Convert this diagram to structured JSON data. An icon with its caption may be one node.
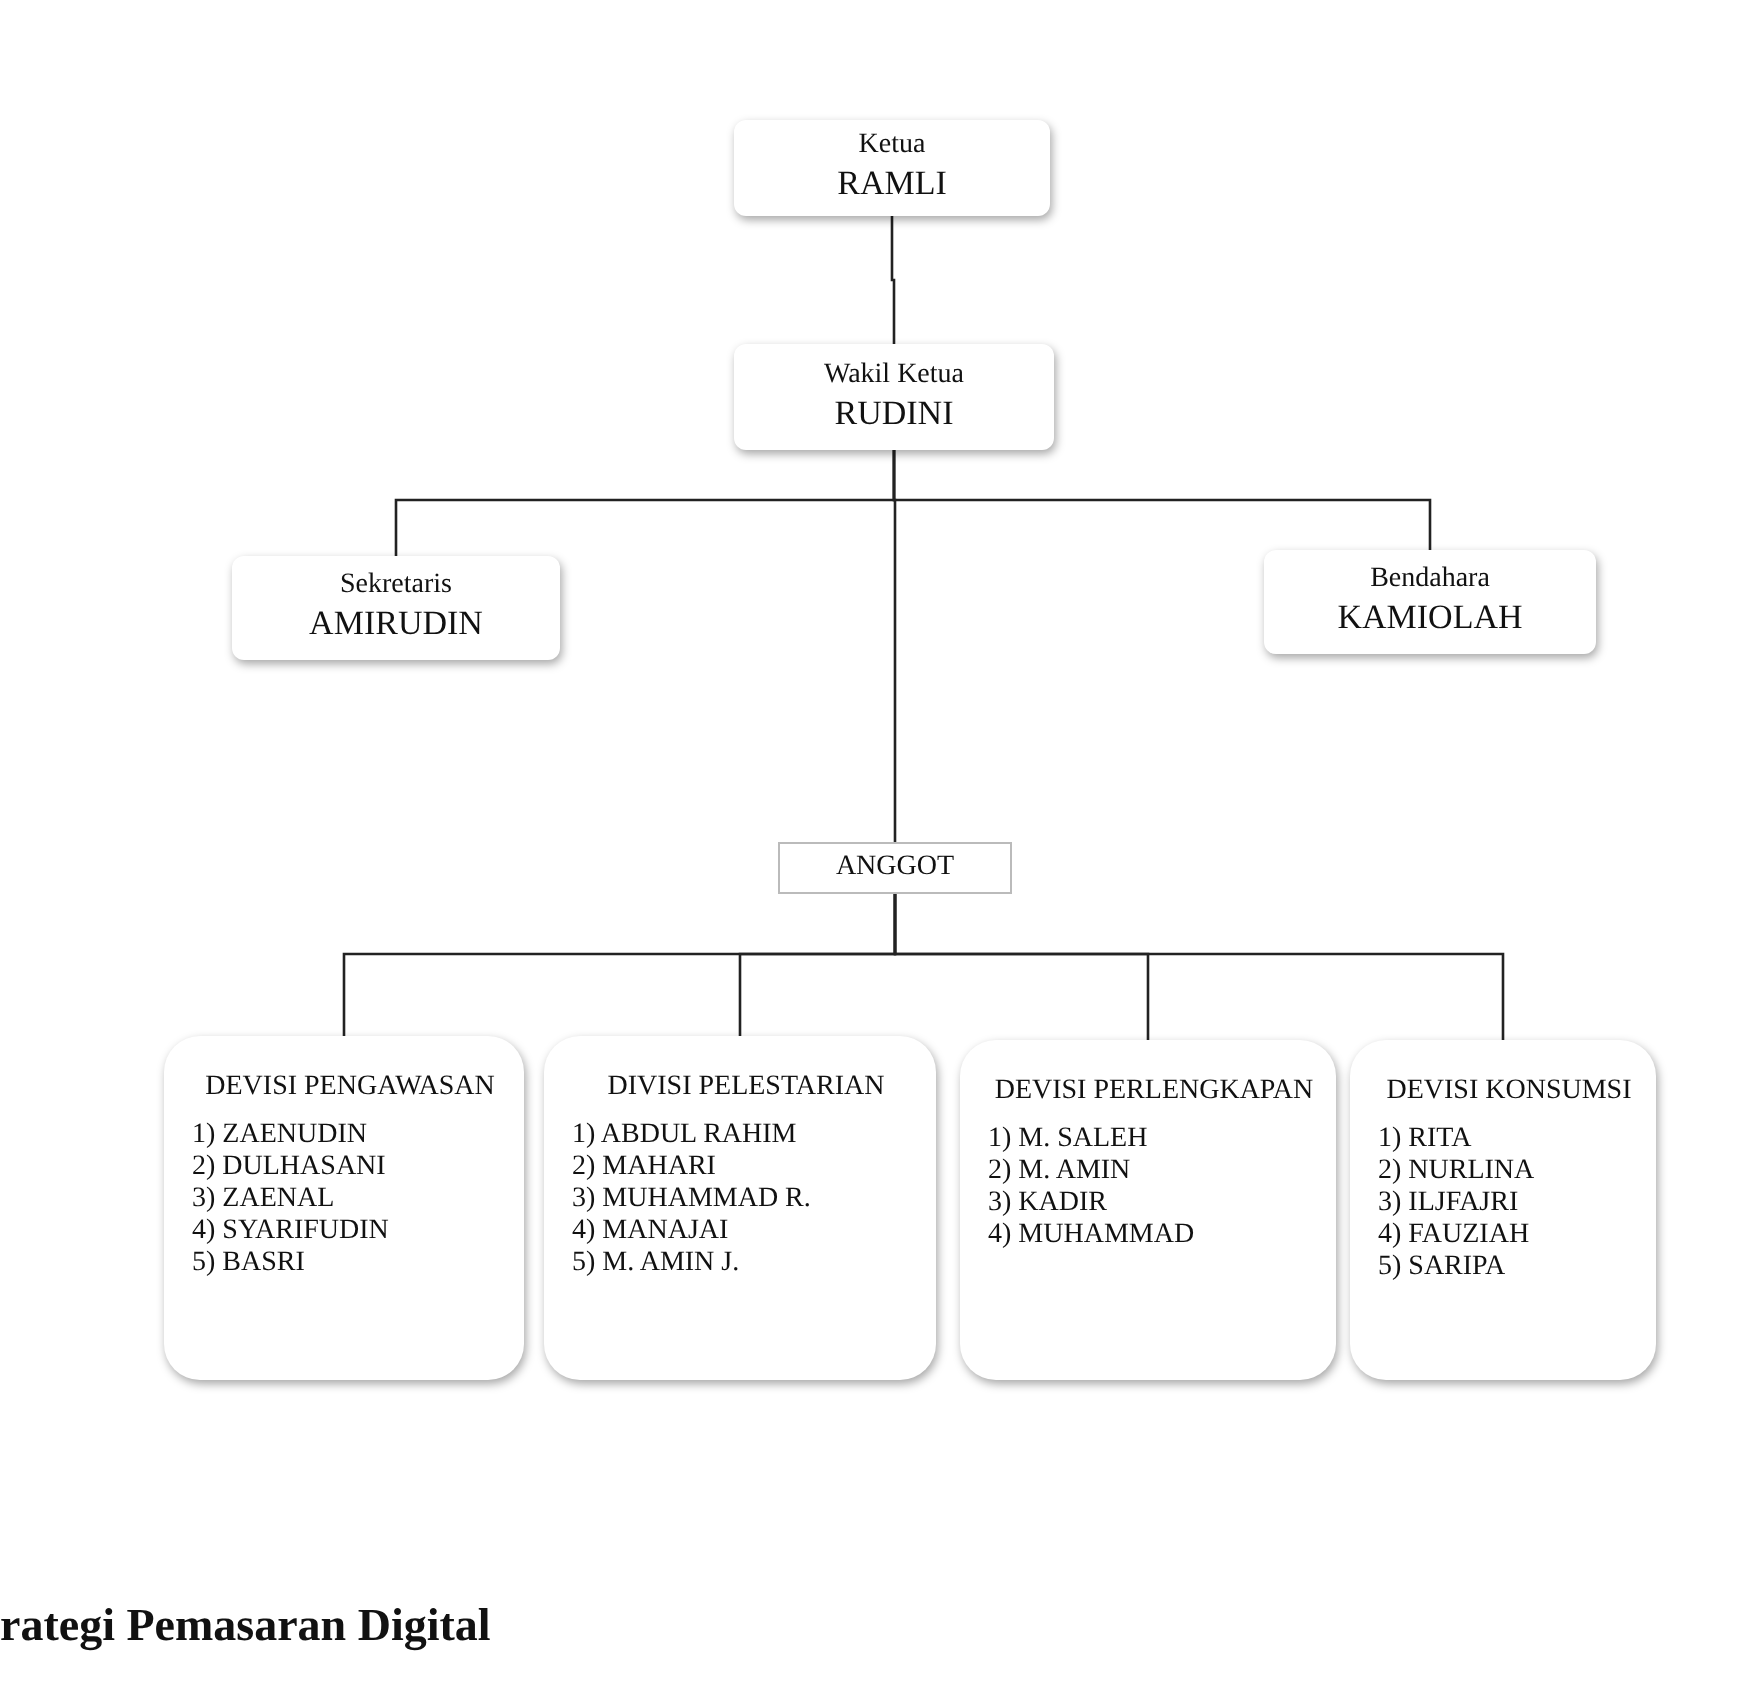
{
  "diagram": {
    "nodes": [
      {
        "text": [
          "Ketua",
          "RAMLI"
        ]
      },
      {
        "text": [
          "Wakil Ketua",
          "RUDINI"
        ]
      },
      {
        "text": [
          "Sekretaris",
          "AMIRUDIN"
        ]
      },
      {
        "text": [
          "Bendahara",
          "KAMIOLAH"
        ]
      },
      {
        "text": [
          "ANGGOT"
        ]
      },
      {
        "text": [
          "DEVISI PENGAWASAN",
          "1) ZAENUDIN",
          "2) DULHASANI",
          "3) ZAENAL",
          "4) SYARIFUDIN",
          "5) BASRI"
        ]
      },
      {
        "text": [
          "DIVISI PELESTARIAN",
          "1) ABDUL RAHIM",
          "2) MAHARI",
          "3) MUHAMMAD R.",
          "4) MANAJAI",
          "5) M. AMIN J."
        ]
      },
      {
        "text": [
          "DEVISI PERLENGKAPAN",
          "1) M. SALEH",
          "2) M. AMIN",
          "3) KADIR",
          "4) MUHAMMAD"
        ]
      },
      {
        "text": [
          "DEVISI KONSUMSI",
          "1) RITA",
          "2) NURLINA",
          "3) ILJFAJRI",
          "4) FAUZIAH",
          "5) SARIPA"
        ]
      }
    ],
    "edges": [
      {
        "from": 0,
        "to": 1,
        "arrow": "none"
      },
      {
        "from": 1,
        "to": 2,
        "arrow": "none"
      },
      {
        "from": 1,
        "to": 3,
        "arrow": "none"
      },
      {
        "from": 1,
        "to": 4,
        "arrow": "none"
      },
      {
        "from": 4,
        "to": 5,
        "arrow": "none"
      },
      {
        "from": 4,
        "to": 6,
        "arrow": "none"
      },
      {
        "from": 4,
        "to": 7,
        "arrow": "none"
      },
      {
        "from": 4,
        "to": 8,
        "arrow": "none"
      }
    ],
    "labels": [
      "rategi Pemasaran Digital"
    ]
  }
}
